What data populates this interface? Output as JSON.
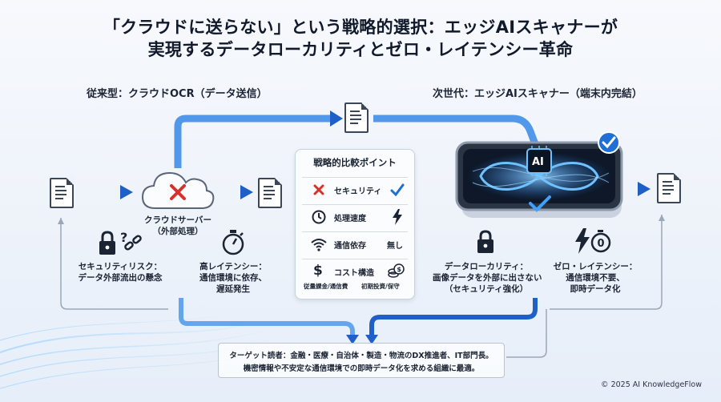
{
  "title": {
    "line1": "「クラウドに送らない」という戦略的選択：エッジAIスキャナーが",
    "line2": "実現するデータローカリティとゼロ・レイテンシー革命"
  },
  "left": {
    "heading": "従来型：クラウドOCR（データ送信）",
    "cloud_label_1": "クラウドサーバー",
    "cloud_label_2": "（外部処理）",
    "risk_1_line1": "セキュリティリスク：",
    "risk_1_line2": "データ外部流出の懸念",
    "risk_2_line1": "高レイテンシー：",
    "risk_2_line2": "通信環境に依存、",
    "risk_2_line3": "遅延発生"
  },
  "right": {
    "heading": "次世代：エッジAIスキャナー（端末内完結）",
    "chip_label": "AI",
    "benefit_1_line1": "データローカリティ：",
    "benefit_1_line2": "画像データを外部に出さない",
    "benefit_1_line3": "（セキュリティ強化）",
    "benefit_2_line1": "ゼロ・レイテンシー：",
    "benefit_2_line2": "通信環境不要、",
    "benefit_2_line3": "即時データ化",
    "timer_digit": "0"
  },
  "panel": {
    "heading": "戦略的比較ポイント",
    "rows": [
      {
        "label": "セキュリティ",
        "value": ""
      },
      {
        "label": "処理速度",
        "value": ""
      },
      {
        "label": "通信依存",
        "value": "無し"
      },
      {
        "label": "コスト構造",
        "value": ""
      }
    ],
    "cost_left": "従量課金/通信費",
    "cost_right": "初期投資/保守"
  },
  "target": {
    "line1": "ターゲット読者：金融・医療・自治体・製造・物流のDX推進者、IT部門長。",
    "line2": "機密情報や不安定な通信環境での即時データ化を求める組織に最適。"
  },
  "copyright": "© 2025 AI KnowledgeFlow",
  "colors": {
    "accent_blue": "#1f6fd6",
    "glow_blue": "#4aa8ff",
    "risk_red": "#d8302a",
    "outline_gray": "#9aa7b8",
    "text_dark": "#1b2433"
  }
}
